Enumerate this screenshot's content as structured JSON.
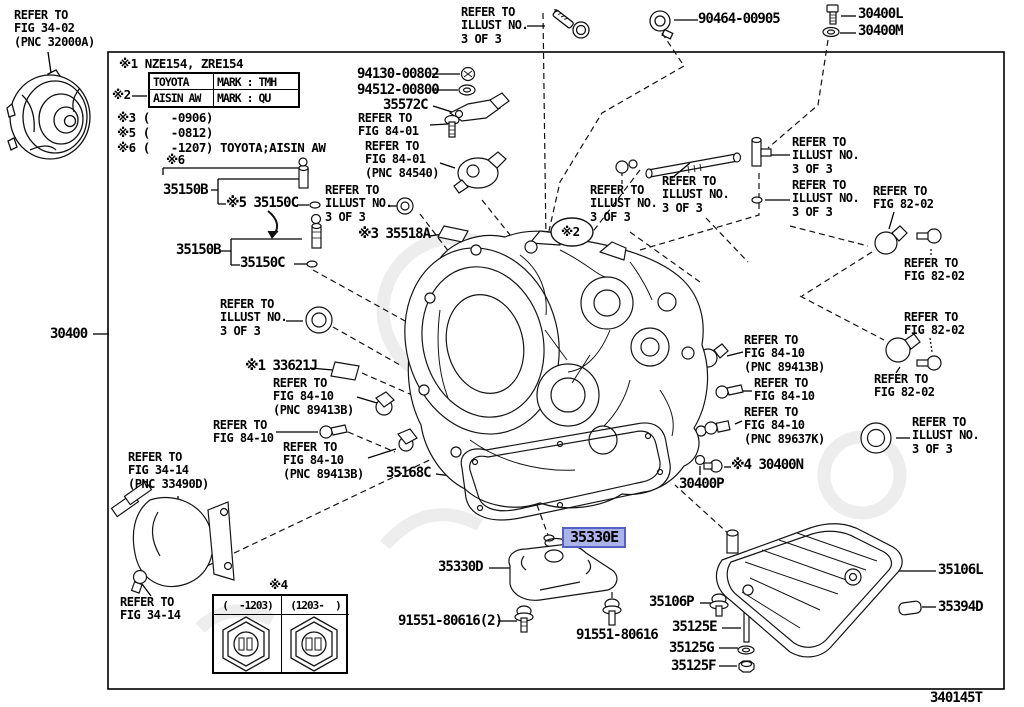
{
  "footer": {
    "doc_number": "340145T"
  },
  "colors": {
    "highlight_bg": "#aab4e8",
    "highlight_border": "#5560c4",
    "line": "#000000"
  },
  "notes": {
    "n1": "※1 NZE154, ZRE154",
    "n2": "※2",
    "n3": "※3 (   -0906)",
    "n5": "※5 (   -0812)",
    "n6": "※6 (   -1207) TOYOTA;AISIN AW",
    "n6b": "※6",
    "n4": "※4"
  },
  "marks_table": {
    "rows": [
      [
        "TOYOTA",
        "MARK : TMH"
      ],
      [
        "AISIN AW",
        "MARK : QU"
      ]
    ]
  },
  "version_table": {
    "headers": [
      "(  -1203)",
      "(1203-  )"
    ]
  },
  "refs": {
    "fig3402": "REFER TO\nFIG 34-02\n(PNC 32000A)",
    "illust": "REFER TO\nILLUST NO.\n3 OF 3",
    "fig8401": "REFER TO\nFIG 84-01",
    "fig8401_pnc": "REFER TO\nFIG 84-01\n(PNC 84540)",
    "fig8202": "REFER TO\nFIG 82-02",
    "fig8410": "REFER TO\nFIG 84-10",
    "fig8410_89413B": "REFER TO\nFIG 84-10\n(PNC 89413B)",
    "fig8410_89637K": "REFER TO\nFIG 84-10\n(PNC 89637K)",
    "fig3414_pnc": "REFER TO\nFIG 34-14\n(PNC 33490D)",
    "fig3414": "REFER TO\nFIG 34-14"
  },
  "parts": {
    "p30400": "30400",
    "p90464": "90464-00905",
    "p30400L": "30400L",
    "p30400M": "30400M",
    "p35150B": "35150B",
    "p35150C_n5": "※5 35150C",
    "p35150C": "35150C",
    "p94130": "94130-00802",
    "p94512": "94512-00800",
    "p35572C": "35572C",
    "p35518A": "※3 35518A",
    "p33621J": "※1 33621J",
    "p35168C": "35168C",
    "p30400N": "※4 30400N",
    "p30400P": "30400P",
    "p35330E": "35330E",
    "p35330D": "35330D",
    "p91551_2": "91551-80616(2)",
    "p91551": "91551-80616",
    "p35106P": "35106P",
    "p35125E": "35125E",
    "p35125G": "35125G",
    "p35125F": "35125F",
    "p35106L": "35106L",
    "p35394D": "35394D"
  }
}
